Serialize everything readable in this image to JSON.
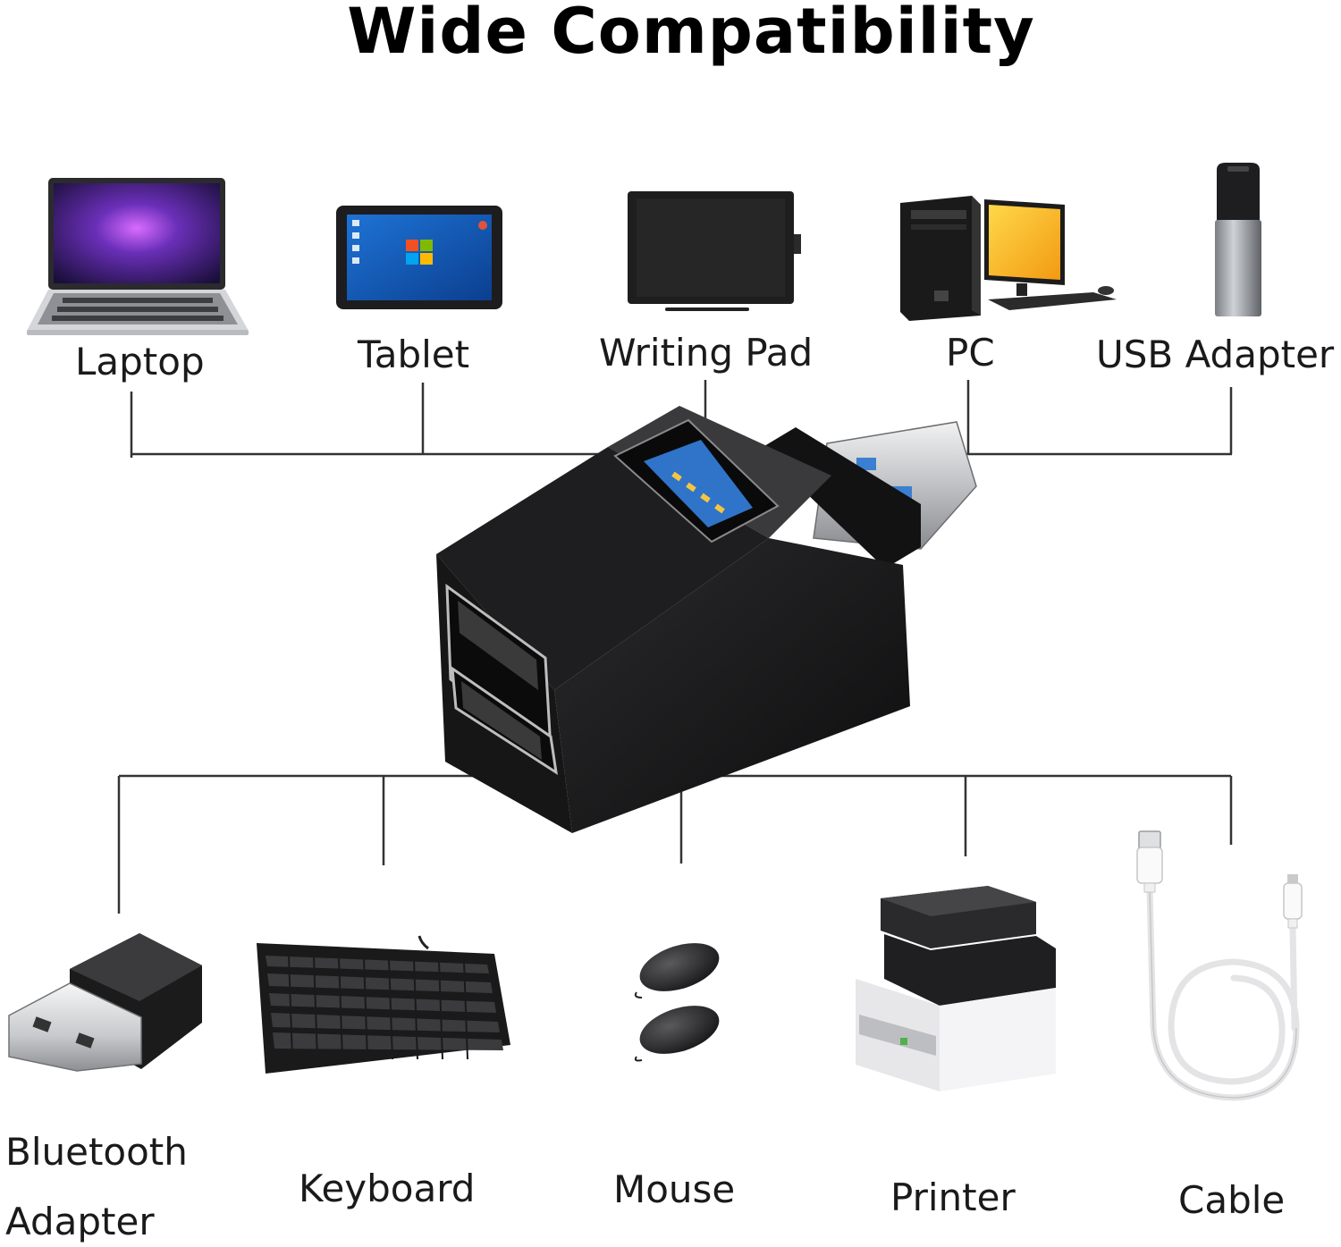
{
  "title": "Wide Compatibility",
  "top_devices": [
    {
      "label": "Laptop",
      "icon": "laptop-icon"
    },
    {
      "label": "Tablet",
      "icon": "tablet-icon"
    },
    {
      "label": "Writing Pad",
      "icon": "writing-pad-icon"
    },
    {
      "label": "PC",
      "icon": "desktop-pc-icon"
    },
    {
      "label": "USB Adapter",
      "icon": "usb-flash-drive-icon"
    }
  ],
  "bottom_devices": [
    {
      "label_line1": "Bluetooth",
      "label_line2": "Adapter",
      "icon": "bluetooth-adapter-icon"
    },
    {
      "label": "Keyboard",
      "icon": "keyboard-icon"
    },
    {
      "label": "Mouse",
      "icon": "mouse-icon"
    },
    {
      "label": "Printer",
      "icon": "printer-icon"
    },
    {
      "label": "Cable",
      "icon": "usb-cable-icon"
    }
  ],
  "center": {
    "icon": "usb-hub-icon"
  },
  "colors": {
    "line": "#333333",
    "hub": "#151515",
    "port_blue": "#2f74c9"
  }
}
